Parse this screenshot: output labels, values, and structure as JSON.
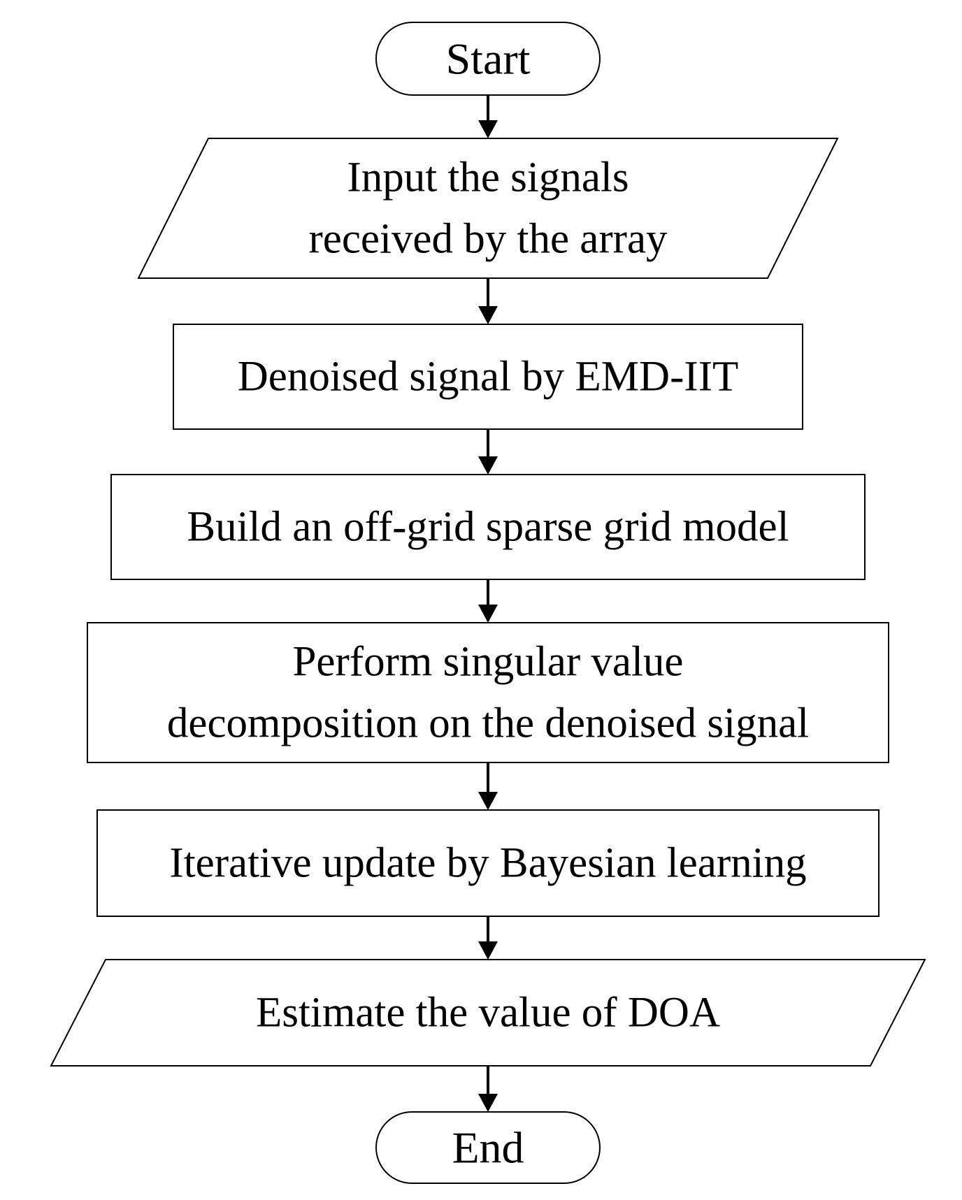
{
  "flowchart": {
    "steps": [
      {
        "id": "start",
        "shape": "terminal",
        "lines": [
          "Start"
        ]
      },
      {
        "id": "input",
        "shape": "io",
        "lines": [
          "Input the signals",
          "received by the array"
        ]
      },
      {
        "id": "denoise",
        "shape": "process",
        "lines": [
          "Denoised signal by EMD-IIT"
        ]
      },
      {
        "id": "build-model",
        "shape": "process",
        "lines": [
          "Build an off-grid sparse grid model"
        ]
      },
      {
        "id": "svd",
        "shape": "process",
        "lines": [
          "Perform singular value",
          "decomposition on the denoised signal"
        ]
      },
      {
        "id": "bayesian",
        "shape": "process",
        "lines": [
          "Iterative update by Bayesian learning"
        ]
      },
      {
        "id": "estimate",
        "shape": "io",
        "lines": [
          "Estimate the value of DOA"
        ]
      },
      {
        "id": "end",
        "shape": "terminal",
        "lines": [
          "End"
        ]
      }
    ],
    "connections": [
      {
        "from": "start",
        "to": "input"
      },
      {
        "from": "input",
        "to": "denoise"
      },
      {
        "from": "denoise",
        "to": "build-model"
      },
      {
        "from": "build-model",
        "to": "svd"
      },
      {
        "from": "svd",
        "to": "bayesian"
      },
      {
        "from": "bayesian",
        "to": "estimate"
      },
      {
        "from": "estimate",
        "to": "end"
      }
    ]
  }
}
